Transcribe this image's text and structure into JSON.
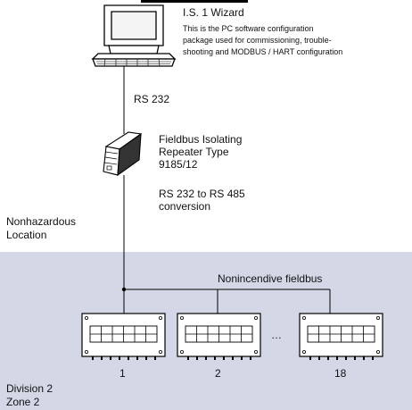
{
  "software": {
    "title_partial": "I.S. 1 Wizard",
    "description": [
      "This is the PC software configuration",
      "package used for commissioning, trouble-",
      "shooting and MODBUS / HART configuration"
    ]
  },
  "link_label": "RS 232",
  "repeater": {
    "lines": [
      "Fieldbus Isolating",
      "Repeater Type",
      "9185/12"
    ],
    "conversion": [
      "RS 232 to RS 485",
      "conversion"
    ]
  },
  "zones": {
    "safe": [
      "Nonhazardous",
      "Location"
    ],
    "hazardous": [
      "Division 2",
      "Zone 2"
    ]
  },
  "bus_label": "Nonincendive fieldbus",
  "devices": [
    {
      "label": "1"
    },
    {
      "label": "2"
    },
    {
      "label": "18"
    }
  ],
  "ellipsis": "…",
  "colors": {
    "hazardous_area": "#d4d7e6",
    "lines": "#000000"
  }
}
